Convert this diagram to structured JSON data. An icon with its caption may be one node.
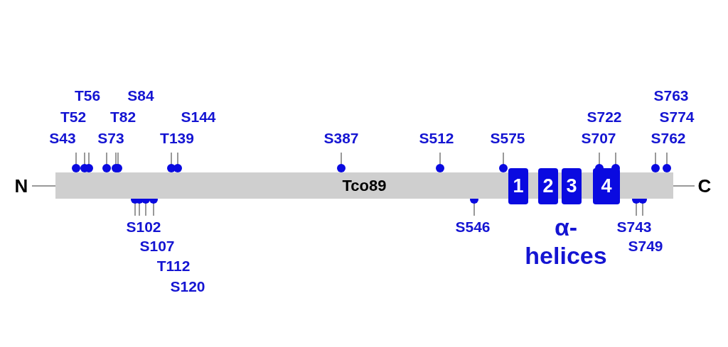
{
  "diagram": {
    "nodes": [
      {
        "text": [
          "Tco89"
        ],
        "beside": [
          "T56",
          "S84",
          "S763",
          "T52",
          "T82",
          "S144",
          "S722",
          "S774",
          "S43",
          "S73",
          "T139",
          "S387",
          "S512",
          "S575",
          "S707",
          "S762",
          "N",
          "C",
          "S102",
          "S546",
          "S743",
          "S107",
          "S749",
          "T112",
          "S120"
        ]
      },
      {
        "text": [
          "1"
        ]
      },
      {
        "text": [
          "2"
        ]
      },
      {
        "text": [
          "3"
        ]
      },
      {
        "text": [
          "4"
        ]
      }
    ],
    "labels": [
      "α- helices"
    ]
  }
}
